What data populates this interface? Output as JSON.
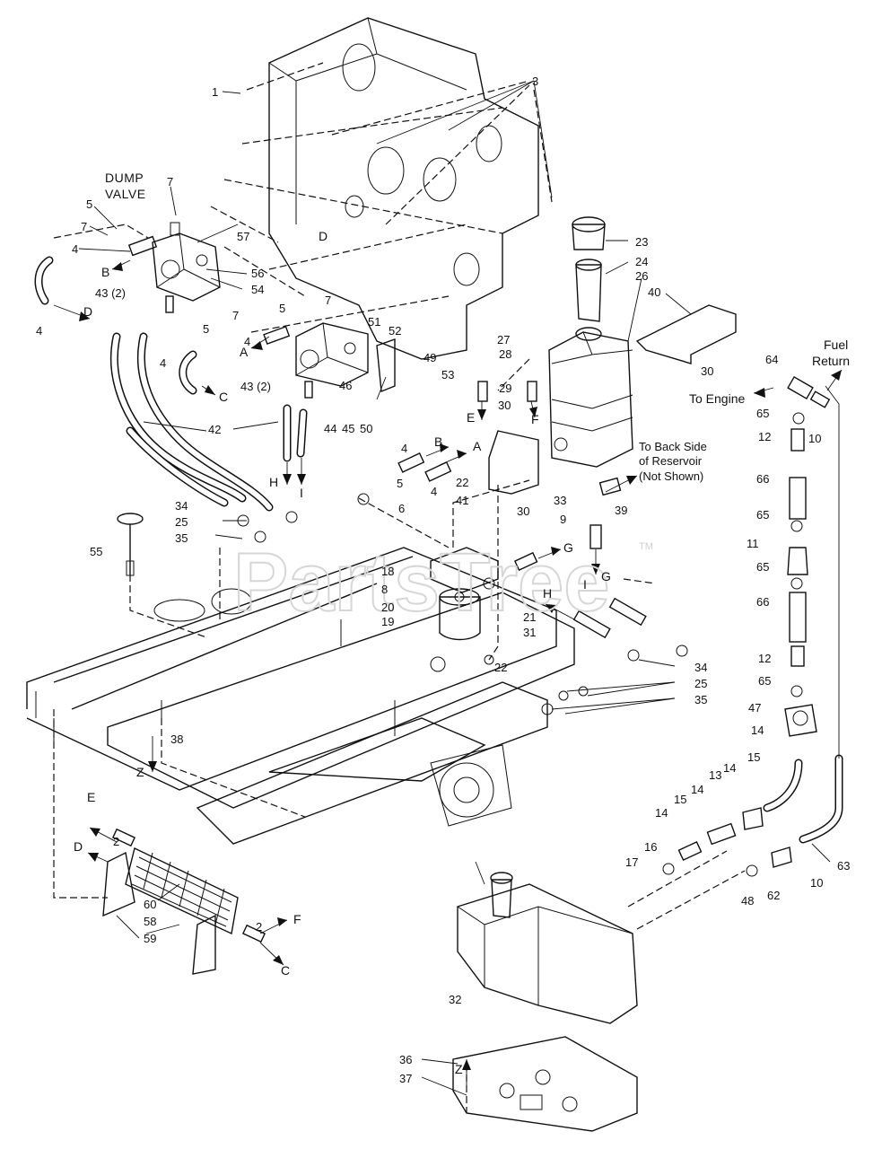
{
  "callouts": {
    "c1": "1",
    "c2a": "2",
    "c2b": "2",
    "c3": "3",
    "c4a": "4",
    "c4b": "4",
    "c4c": "4",
    "c4d": "4",
    "c4e": "4",
    "c5a": "5",
    "c5b": "5",
    "c5c": "5",
    "c5d": "5",
    "c6": "6",
    "c7a": "7",
    "c7b": "7",
    "c7c": "7",
    "c7d": "7",
    "c8": "8",
    "c9": "9",
    "c10a": "10",
    "c10b": "10",
    "c11": "11",
    "c12a": "12",
    "c12b": "12",
    "c13": "13",
    "c14a": "14",
    "c14b": "14",
    "c14c": "14",
    "c14d": "14",
    "c15a": "15",
    "c15b": "15",
    "c16": "16",
    "c17": "17",
    "c18": "18",
    "c19": "19",
    "c20": "20",
    "c21": "21",
    "c22a": "22",
    "c22b": "22",
    "c23": "23",
    "c24": "24",
    "c25a": "25",
    "c25b": "25",
    "c26": "26",
    "c27": "27",
    "c28": "28",
    "c29": "29",
    "c30a": "30",
    "c30b": "30",
    "c30c": "30",
    "c31": "31",
    "c32": "32",
    "c33": "33",
    "c34a": "34",
    "c34b": "34",
    "c35a": "35",
    "c35b": "35",
    "c36": "36",
    "c37": "37",
    "c38": "38",
    "c39": "39",
    "c40": "40",
    "c41": "41",
    "c42": "42",
    "c43a": "43 (2)",
    "c43b": "43 (2)",
    "c44": "44",
    "c45": "45",
    "c46": "46",
    "c47": "47",
    "c48": "48",
    "c49": "49",
    "c50": "50",
    "c51": "51",
    "c52": "52",
    "c53": "53",
    "c54": "54",
    "c55": "55",
    "c56": "56",
    "c57": "57",
    "c58": "58",
    "c59": "59",
    "c60": "60",
    "c62": "62",
    "c63": "63",
    "c64": "64",
    "c65a": "65",
    "c65b": "65",
    "c65c": "65",
    "c65d": "65",
    "c66a": "66",
    "c66b": "66"
  },
  "connection_letters": {
    "A1": "A",
    "A2": "A",
    "B1": "B",
    "B2": "B",
    "C1": "C",
    "C2": "C",
    "D1": "D",
    "D2": "D",
    "D3": "D",
    "E1": "E",
    "E2": "E",
    "F1": "F",
    "F2": "F",
    "G1": "G",
    "G2": "G",
    "H1": "H",
    "H2": "H",
    "I1": "I",
    "I2": "I",
    "Z1": "Z",
    "Z2": "Z"
  },
  "labels": {
    "dump_valve_line1": "DUMP",
    "dump_valve_line2": "VALVE",
    "to_engine": "To Engine",
    "fuel_return_line1": "Fuel",
    "fuel_return_line2": "Return",
    "back_side_line1": "To Back Side",
    "back_side_line2": "of Reservoir",
    "back_side_line3": "(Not Shown)"
  },
  "watermark": {
    "text": "PartsTree",
    "trademark": "TM"
  }
}
